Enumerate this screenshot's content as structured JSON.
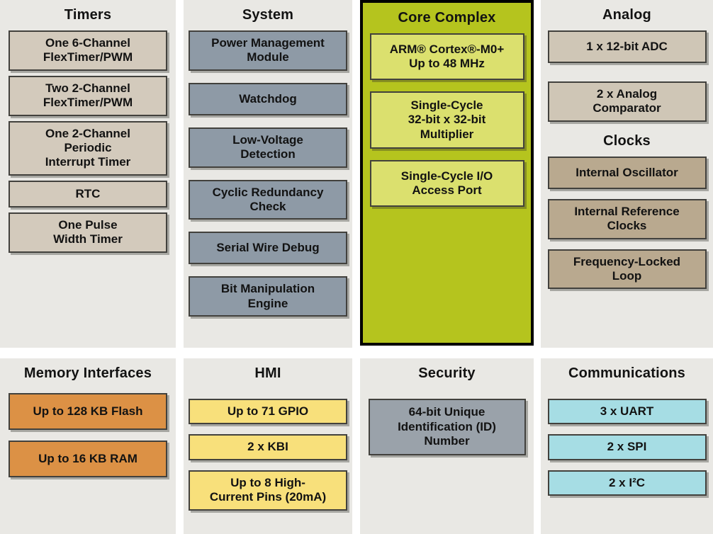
{
  "colors": {
    "page_bg": "#ffffff",
    "panel_bg": "#e9e8e4",
    "timers_box": "#d3cabc",
    "system_box": "#8e9aa6",
    "core_panel": "#b5c41e",
    "core_box": "#dbe06e",
    "analog_box": "#cfc6b6",
    "clocks_box": "#b9a98f",
    "memory_box": "#dc9145",
    "hmi_box": "#f8e07b",
    "security_box": "#9aa2aa",
    "comms_box": "#a6dde4",
    "box_border": "#42413d",
    "core_border": "#000000",
    "text": "#121212"
  },
  "sections": {
    "timers": {
      "title": "Timers",
      "boxes": [
        "One 6-Channel\nFlexTimer/PWM",
        "Two 2-Channel\nFlexTimer/PWM",
        "One 2-Channel\nPeriodic\nInterrupt Timer",
        "RTC",
        "One Pulse\nWidth Timer"
      ]
    },
    "system": {
      "title": "System",
      "boxes": [
        "Power Management\nModule",
        "Watchdog",
        "Low-Voltage\nDetection",
        "Cyclic Redundancy\nCheck",
        "Serial Wire Debug",
        "Bit Manipulation\nEngine"
      ]
    },
    "core_complex": {
      "title": "Core Complex",
      "boxes": [
        "ARM® Cortex®-M0+\nUp to 48 MHz",
        "Single-Cycle\n32-bit x 32-bit\nMultiplier",
        "Single-Cycle I/O\nAccess Port"
      ]
    },
    "analog": {
      "title": "Analog",
      "boxes": [
        "1 x 12-bit ADC",
        "2 x Analog\nComparator"
      ]
    },
    "clocks": {
      "title": "Clocks",
      "boxes": [
        "Internal Oscillator",
        "Internal Reference\nClocks",
        "Frequency-Locked\nLoop"
      ]
    },
    "memory": {
      "title": "Memory Interfaces",
      "boxes": [
        "Up to 128 KB Flash",
        "Up to 16 KB RAM"
      ]
    },
    "hmi": {
      "title": "HMI",
      "boxes": [
        "Up to 71 GPIO",
        "2 x KBI",
        "Up to 8 High-\nCurrent Pins (20mA)"
      ]
    },
    "security": {
      "title": "Security",
      "boxes": [
        "64-bit Unique\nIdentification (ID)\nNumber"
      ]
    },
    "communications": {
      "title": "Communications",
      "boxes": [
        "3 x UART",
        "2 x SPI",
        "2 x I²C"
      ]
    }
  }
}
